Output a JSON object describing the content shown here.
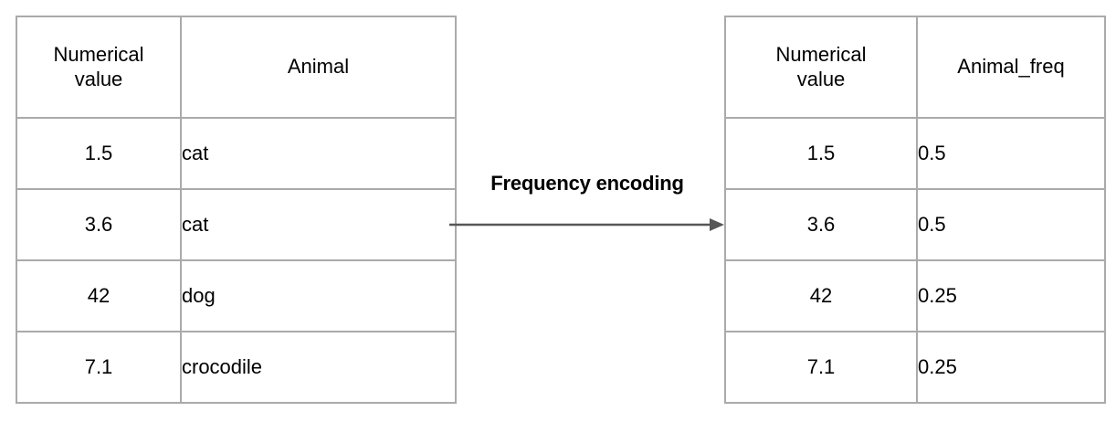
{
  "diagram": {
    "transform": {
      "label": "Frequency encoding",
      "arrow_icon": "arrow-right-icon",
      "arrow_color": "#575757"
    },
    "border_color": "#aaaaaa",
    "text_color": "#000000"
  },
  "source_table": {
    "name": "original-table",
    "headers": [
      "Numerical value",
      "Animal"
    ],
    "header_lines": [
      [
        "Numerical",
        "value"
      ],
      [
        "Animal"
      ]
    ],
    "rows": [
      {
        "numerical_value": "1.5",
        "animal": "cat"
      },
      {
        "numerical_value": "3.6",
        "animal": "cat"
      },
      {
        "numerical_value": "42",
        "animal": "dog"
      },
      {
        "numerical_value": "7.1",
        "animal": "crocodile"
      }
    ]
  },
  "encoded_table": {
    "name": "encoded-table",
    "headers": [
      "Numerical value",
      "Animal_freq"
    ],
    "header_lines": [
      [
        "Numerical",
        "value"
      ],
      [
        "Animal_freq"
      ]
    ],
    "rows": [
      {
        "numerical_value": "1.5",
        "animal_freq": "0.5"
      },
      {
        "numerical_value": "3.6",
        "animal_freq": "0.5"
      },
      {
        "numerical_value": "42",
        "animal_freq": "0.25"
      },
      {
        "numerical_value": "7.1",
        "animal_freq": "0.25"
      }
    ]
  }
}
